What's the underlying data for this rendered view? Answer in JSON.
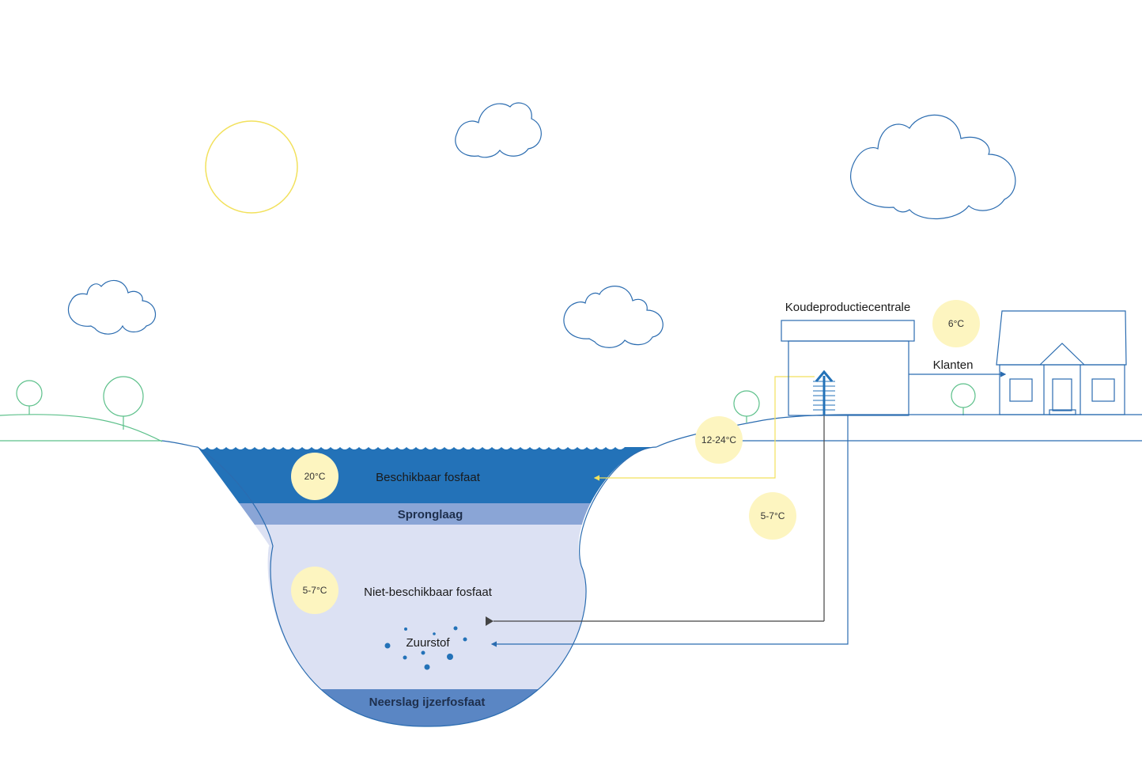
{
  "colors": {
    "outline_blue": "#2b6cb0",
    "tree_green": "#5cc08a",
    "sun_yellow": "#f2e15c",
    "temp_bubble": "#fdf5c0",
    "water_top": "#2372b8",
    "water_thermocline": "#8aa5d6",
    "water_deep": "#dce1f3",
    "water_bottom": "#5a86c4",
    "warm_pipe": "#f2e15c",
    "cold_pipe": "#444444"
  },
  "labels": {
    "plant": "Koudeproductiecentrale",
    "customers": "Klanten",
    "layer_top": "Beschikbaar fosfaat",
    "layer_thermocline": "Spronglaag",
    "layer_deep": "Niet-beschikbaar fosfaat",
    "oxygen": "Zuurstof",
    "layer_bottom": "Neerslag ijzerfosfaat"
  },
  "temperatures": {
    "top_water": "20°C",
    "deep_water": "5-7°C",
    "plant_customers": "6°C",
    "return_warm": "12-24°C",
    "supply_cold": "5-7°C"
  },
  "icons": {
    "sun": "sun-icon",
    "cloud": "cloud-icon",
    "tree": "tree-icon",
    "house": "house-icon",
    "plant": "cooling-plant-icon",
    "heat_exchanger": "heat-exchanger-icon"
  }
}
